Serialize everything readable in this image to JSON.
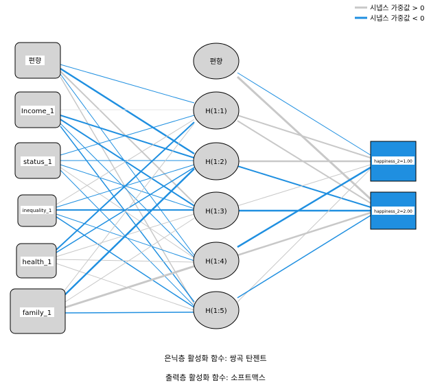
{
  "legend": {
    "positive_label": "시냅스 가중값 > 0",
    "negative_label": "시냅스 가중값 < 0",
    "positive_color": "#c8c8c8",
    "negative_color": "#1f8fe0"
  },
  "layers": {
    "input": [
      "편향",
      "Income_1",
      "status_1",
      "inequality_1",
      "health_1",
      "family_1"
    ],
    "hidden": [
      "편향",
      "H(1:1)",
      "H(1:2)",
      "H(1:3)",
      "H(1:4)",
      "H(1:5)"
    ],
    "output": [
      "happiness_2=1.00",
      "happiness_2=2.00"
    ]
  },
  "captions": {
    "hidden_activation": "은닉층 활성화 함수: 쌍곡 탄젠트",
    "output_activation": "출력층 활성화 함수: 소프트맥스"
  }
}
